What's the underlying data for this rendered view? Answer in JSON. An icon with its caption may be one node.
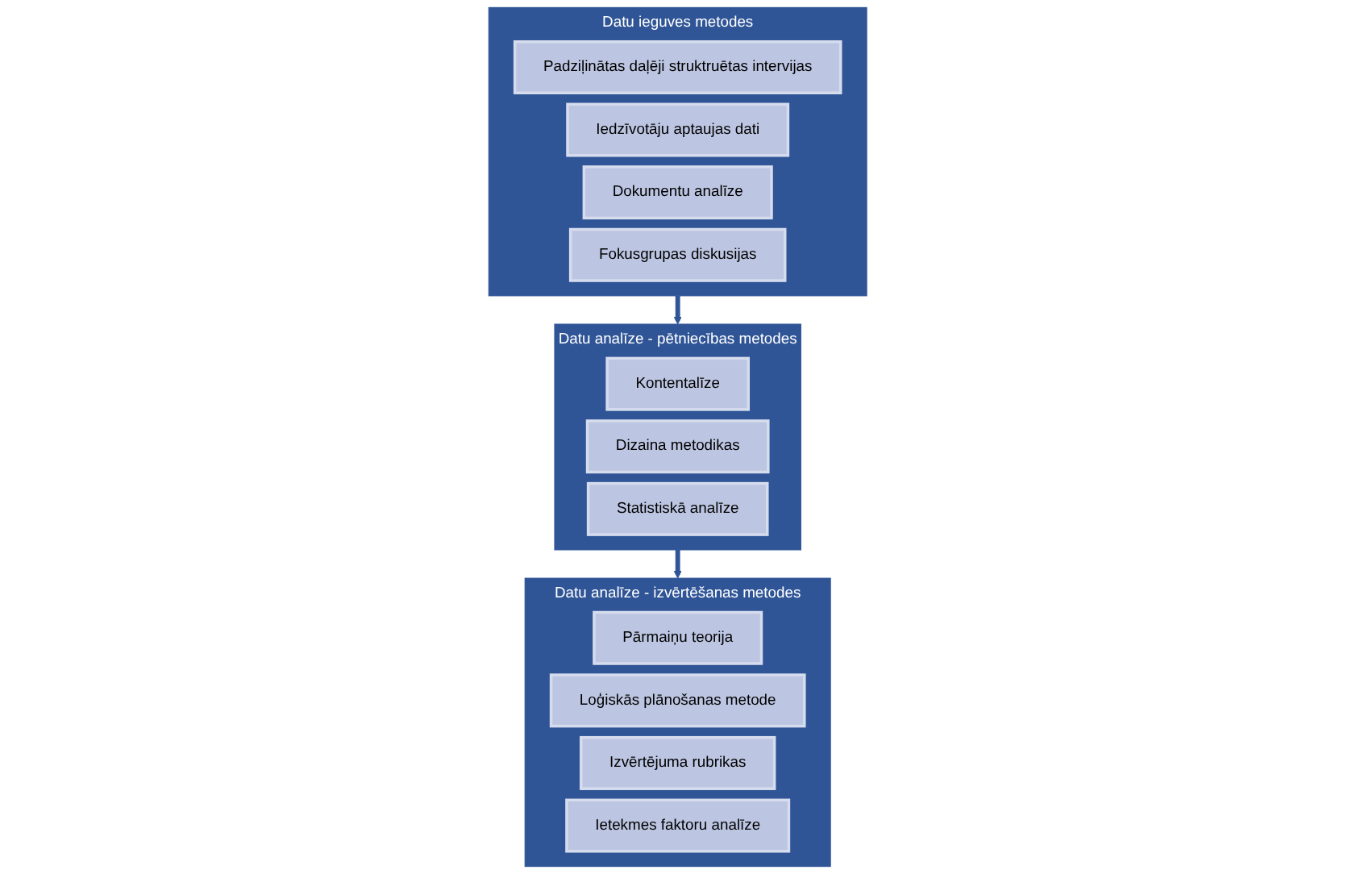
{
  "diagram": {
    "nodes": [
      {
        "text": [
          "Datu ieguves metodes"
        ]
      },
      {
        "text": [
          "Padziļinātas daļēji struktruētas intervijas"
        ],
        "in": 0
      },
      {
        "text": [
          "Iedzīvotāju aptaujas dati"
        ],
        "in": 0
      },
      {
        "text": [
          "Dokumentu analīze"
        ],
        "in": 0
      },
      {
        "text": [
          "Fokusgrupas diskusijas"
        ],
        "in": 0
      },
      {
        "text": [
          "Datu analīze - pētniecības metodes"
        ]
      },
      {
        "text": [
          "Kontentalīze"
        ],
        "in": 5
      },
      {
        "text": [
          "Dizaina metodikas"
        ],
        "in": 5
      },
      {
        "text": [
          "Statistiskā analīze"
        ],
        "in": 5
      },
      {
        "text": [
          "Datu analīze - izvērtēšanas metodes"
        ]
      },
      {
        "text": [
          "Pārmaiņu teorija"
        ],
        "in": 9
      },
      {
        "text": [
          "Loģiskās plānošanas metode"
        ],
        "in": 9
      },
      {
        "text": [
          "Izvērtējuma rubrikas"
        ],
        "in": 9
      },
      {
        "text": [
          "Ietekmes faktoru analīze"
        ],
        "in": 9
      }
    ],
    "edges": [
      {
        "from": 0,
        "to": 5,
        "arrow": "to"
      },
      {
        "from": 5,
        "to": 9,
        "arrow": "to"
      }
    ]
  }
}
